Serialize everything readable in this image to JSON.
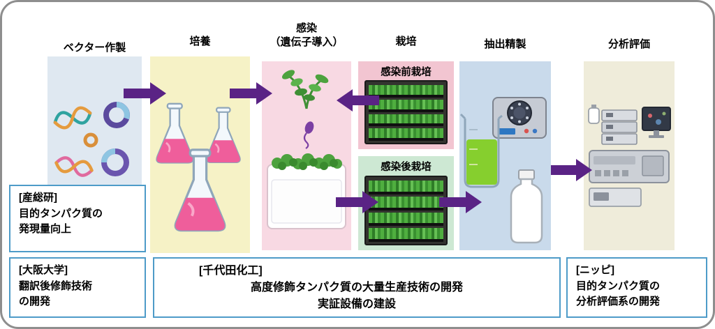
{
  "stages": [
    {
      "label": "ベクター作製"
    },
    {
      "label": "培養"
    },
    {
      "label": "感染",
      "label2": "（遺伝子導入）"
    },
    {
      "label": "栽培"
    },
    {
      "label": "抽出精製"
    },
    {
      "label": "分析評価"
    }
  ],
  "cultivation": {
    "pre_label": "感染前栽培",
    "post_label": "感染後栽培"
  },
  "partners": {
    "aist": {
      "name": "[産総研]",
      "line1": "目的タンパク質の",
      "line2": "発現量向上"
    },
    "osaka": {
      "name": "[大阪大学]",
      "line1": "翻訳後修飾技術",
      "line2": "の開発"
    },
    "chiyoda": {
      "name": "[千代田化工]",
      "line1": "高度修飾タンパク質の大量生産技術の開発",
      "line2": "実証設備の建設"
    },
    "nippi": {
      "name": "[ニッピ]",
      "line1": "目的タンパク質の",
      "line2": "分析評価系の開発"
    }
  },
  "icons": {
    "dna-icon": "DNA double helix squiggle",
    "plasmid-icon": "circular plasmid ring",
    "flask-icon": "Erlenmeyer flask with pink culture medium",
    "plant-sprig-icon": "green plant sprig",
    "agrobacterium-icon": "purple bacterium with flagellum",
    "seedling-tray-icon": "white tray with row of green seedlings",
    "cultivation-rack-icon": "dark shelf rack with rows of green plants",
    "centrifuge-icon": "gray centrifuge machine",
    "beaker-icon": "beaker with green liquid",
    "bottle-icon": "white reagent bottle",
    "analyzer-icon": "gray analytical instruments",
    "monitor-icon": "computer monitor with data"
  },
  "colors": {
    "arrow_purple": "#5a2385",
    "partner_border_blue": "#4d9bc8",
    "panel_vector": "#dfe8f1",
    "panel_culture": "#f6f2c6",
    "panel_infection": "#f8d9e3",
    "box_pre_cultivation": "#f2c5d1",
    "box_post_cultivation": "#cde8d3",
    "panel_extraction": "#c9daeb",
    "panel_analysis": "#efecda",
    "outer_border": "#8e8e8e"
  }
}
